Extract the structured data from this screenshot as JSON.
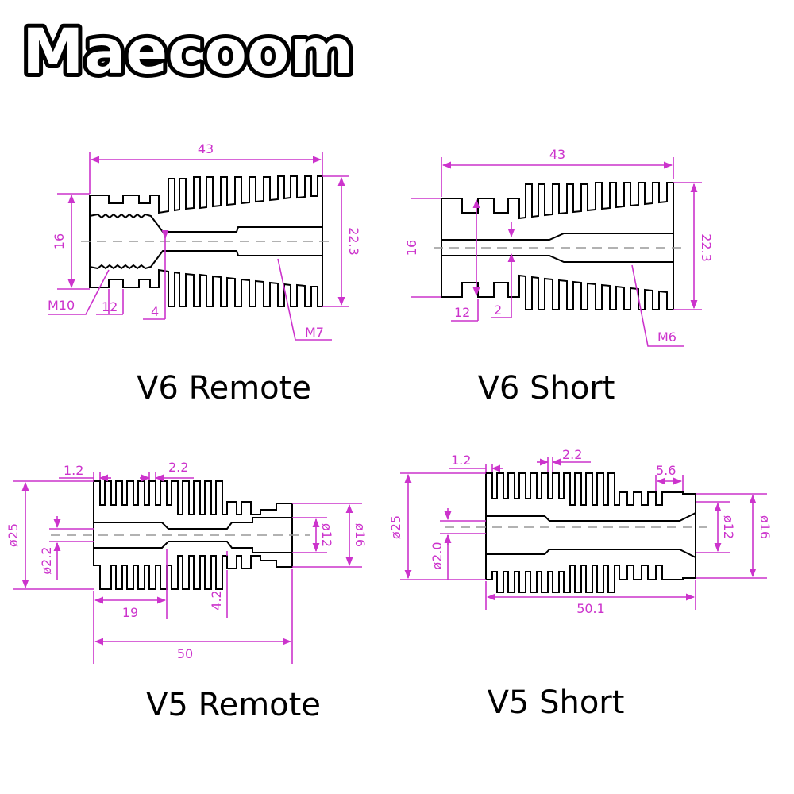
{
  "brand": "Maecoom",
  "colors": {
    "dimension": "#cc33cc",
    "outline": "#000000",
    "centerline": "#999999"
  },
  "diagrams": {
    "v6_remote": {
      "caption": "V6 Remote",
      "dims": {
        "length": "43",
        "height": "16",
        "fin_height": "22.3",
        "thread_in": "M10",
        "thread_len": "12",
        "gap": "4",
        "thread_out": "M7"
      }
    },
    "v6_short": {
      "caption": "V6 Short",
      "dims": {
        "length": "43",
        "height": "16",
        "fin_height": "22.3",
        "flange": "12",
        "gap": "2",
        "thread_out": "M6"
      }
    },
    "v5_remote": {
      "caption": "V5 Remote",
      "dims": {
        "fin_gap": "1.2",
        "fin_width": "2.2",
        "outer_dia": "ø25",
        "bore_dia": "ø2.2",
        "neck_dia": "ø12",
        "head_dia": "ø16",
        "bore_len": "19",
        "step": "4.2",
        "length": "50"
      }
    },
    "v5_short": {
      "caption": "V5 Short",
      "dims": {
        "fin_gap": "1.2",
        "fin_width": "2.2",
        "collar": "5.6",
        "outer_dia": "ø25",
        "bore_dia": "ø2.0",
        "neck_dia": "ø12",
        "head_dia": "ø16",
        "length": "50.1"
      }
    }
  }
}
